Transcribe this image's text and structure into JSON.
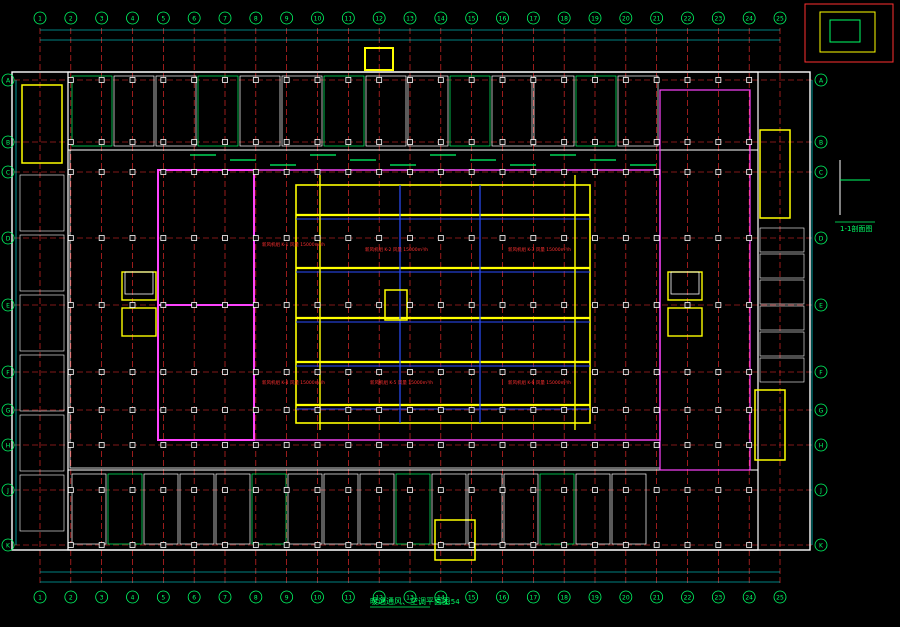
{
  "drawing": {
    "title": "暖通通风、空调平面图",
    "scale": "1:54",
    "section_label": "1-1剖面图"
  },
  "grid": {
    "top_bubbles": [
      "1",
      "2",
      "3",
      "4",
      "5",
      "6",
      "7",
      "8",
      "9",
      "10",
      "11",
      "12",
      "13",
      "14",
      "15",
      "16",
      "17",
      "18",
      "19",
      "20",
      "21",
      "22",
      "23",
      "24",
      "25"
    ],
    "left_bubbles": [
      "A",
      "B",
      "C",
      "D",
      "E",
      "F",
      "G",
      "H",
      "J",
      "K"
    ]
  },
  "zone_labels": [
    "新风机组 K-1 风量 15000m³/h",
    "新风机组 K-2 风量 15000m³/h",
    "新风机组 K-3 风量 15000m³/h",
    "新风机组 K-4 风量 15000m³/h",
    "新风机组 K-5 风量 15000m³/h",
    "新风机组 K-6 风量 15000m³/h"
  ],
  "colors": {
    "background": "#000000",
    "walls": "#ffffff",
    "columns": "#ffffff",
    "grid_axis": "#ff3030",
    "ducts": "#ffff00",
    "partitions": "#ff44ff",
    "annotations": "#00ff66",
    "pipes": "#2a4cff",
    "bubbles": "#00ff66",
    "dimensions": "#00ffff"
  }
}
